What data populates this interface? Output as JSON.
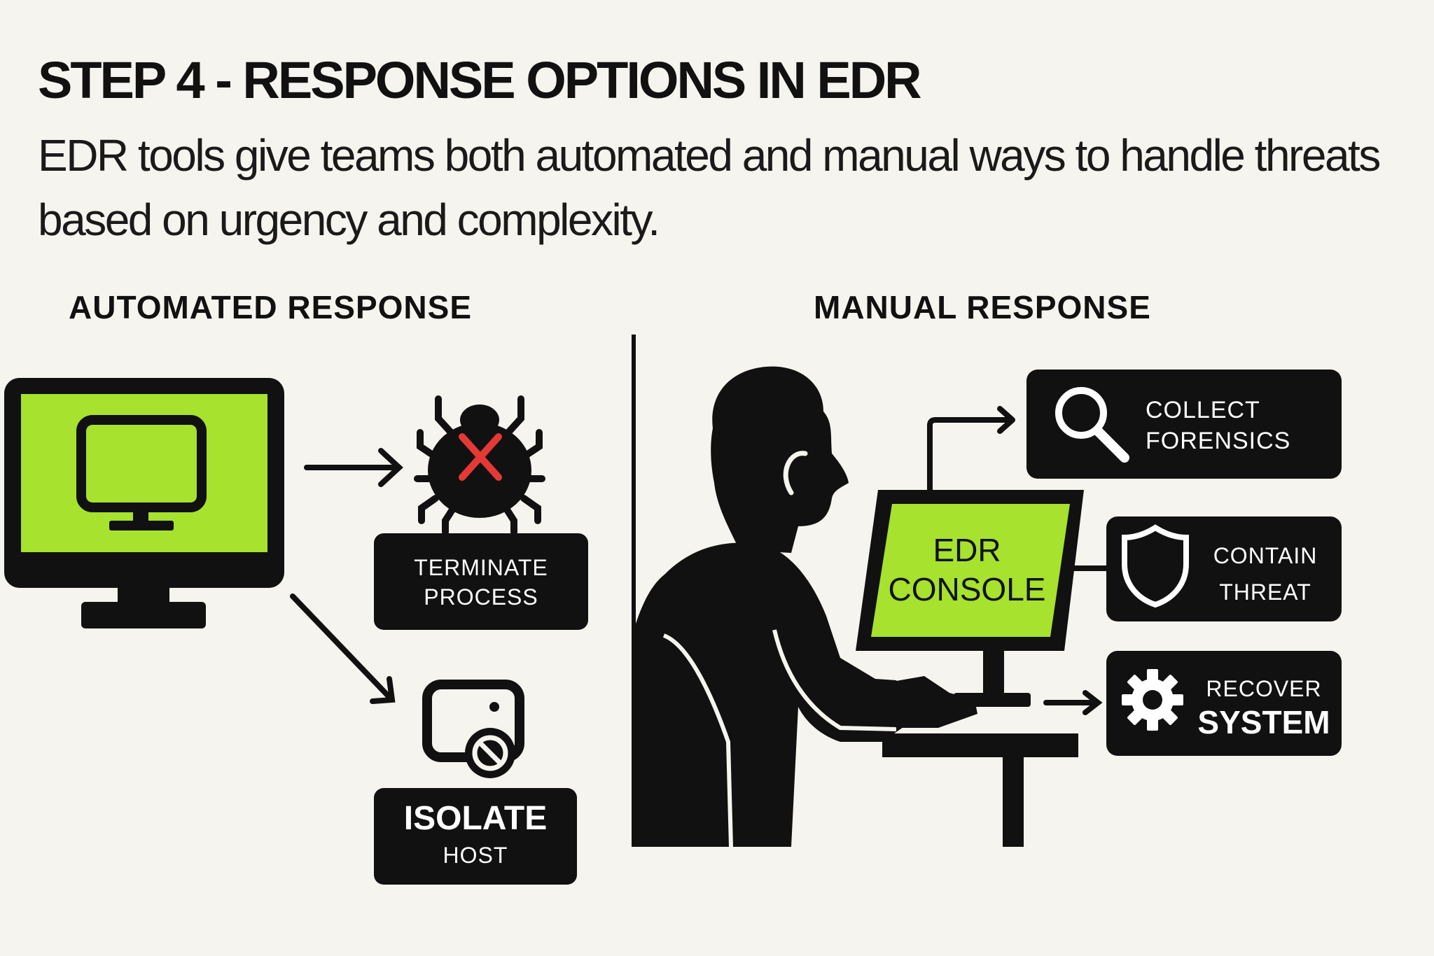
{
  "header": {
    "title": "STEP 4 - RESPONSE OPTIONS IN EDR",
    "subtitle": "EDR tools give teams both automated and manual ways to handle threats based on urgency and complexity."
  },
  "sections": {
    "automated": {
      "label": "AUTOMATED RESPONSE",
      "actions": [
        {
          "line1": "TERMINATE",
          "line2": "PROCESS",
          "icon": "bug-icon"
        },
        {
          "line1": "ISOLATE",
          "line2": "HOST",
          "icon": "isolated-device-icon"
        }
      ]
    },
    "manual": {
      "label": "MANUAL RESPONSE",
      "console": {
        "line1": "EDR",
        "line2": "CONSOLE"
      },
      "actions": [
        {
          "line1": "COLLECT",
          "line2": "FORENSICS",
          "icon": "magnifier-icon"
        },
        {
          "line1": "CONTAIN",
          "line2": "THREAT",
          "icon": "shield-icon"
        },
        {
          "line1": "RECOVER",
          "line2": "SYSTEM",
          "icon": "gear-icon"
        }
      ]
    }
  },
  "colors": {
    "accent": "#a6e22e",
    "ink": "#111111",
    "background": "#f6f4ee",
    "alert": "#e53935"
  }
}
